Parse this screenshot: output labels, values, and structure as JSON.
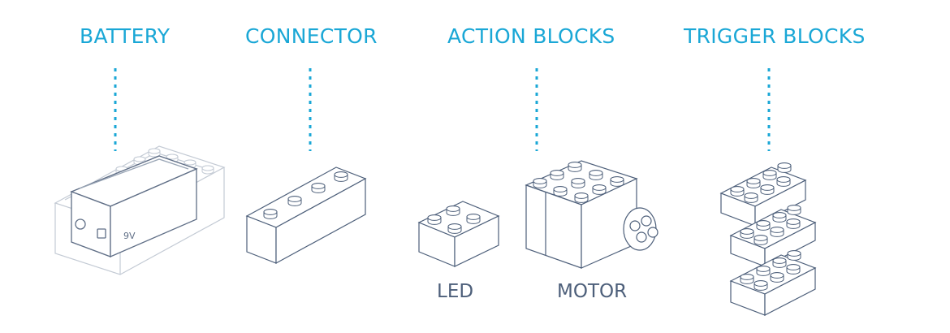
{
  "labels": {
    "battery": "BATTERY",
    "connector": "CONNECTOR",
    "action_blocks": "ACTION BLOCKS",
    "trigger_blocks": "TRIGGER BLOCKS",
    "led": "LED",
    "motor": "MOTOR",
    "battery_voltage": "9V"
  },
  "colors": {
    "accent": "#1aa7d6",
    "line": "#4d5f7a",
    "faint_line": "#b8c0cc"
  }
}
